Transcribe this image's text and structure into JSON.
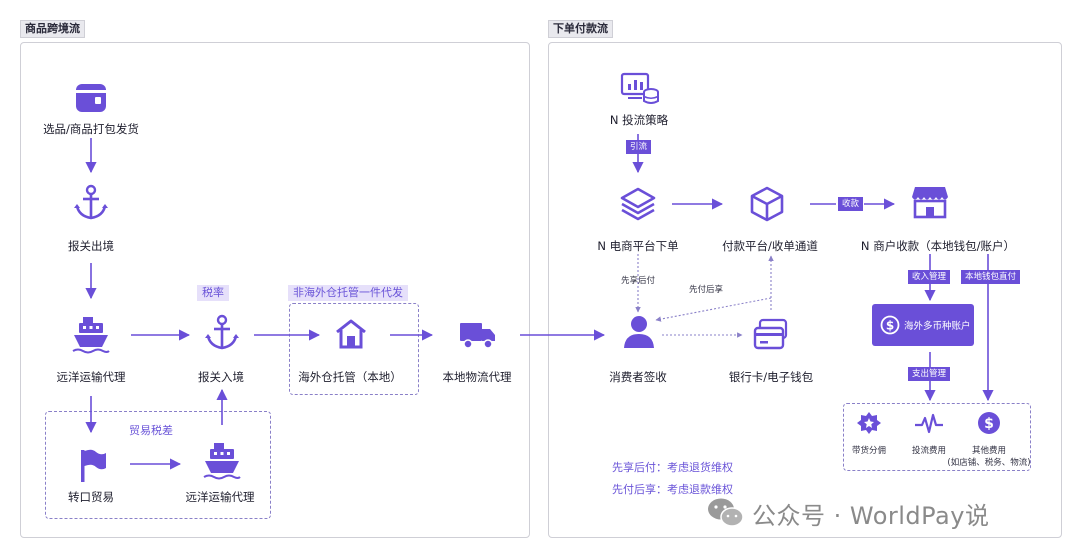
{
  "panels": {
    "left_title": "商品跨境流",
    "right_title": "下单付款流"
  },
  "left": {
    "select_goods": "选品/商品打包发货",
    "customs_export": "报关出境",
    "ocean_agent": "远洋运输代理",
    "tax_rate_tag": "税率",
    "customs_import": "报关入境",
    "warehouse_tag": "非海外仓托管一件代发",
    "warehouse": "海外仓托管（本地）",
    "local_logistics": "本地物流代理",
    "trade_tax_diff": "贸易税差",
    "transit_trade": "转口贸易",
    "ocean_agent_2": "远洋运输代理"
  },
  "right": {
    "ad_strategy": "N 投流策略",
    "traffic_badge": "引流",
    "ecommerce_order": "N 电商平台下单",
    "payment_platform": "付款平台/收单通道",
    "collect_badge": "收款",
    "merchant_collect": "N 商户收款（本地钱包/账户）",
    "enjoy_first": "先享后付",
    "pay_first": "先付后享",
    "consumer_sign": "消费者签收",
    "bank_card": "银行卡/电子钱包",
    "income_mgmt_badge": "收入管理",
    "local_wallet_badge": "本地钱包直付",
    "multi_currency": "海外多币种账户",
    "expense_mgmt_badge": "支出管理",
    "influencer": "带货分佣",
    "ad_cost": "投流费用",
    "other_cost": "其他费用",
    "other_cost_note": "(如店铺、税务、物流)",
    "legend_1": "先享后付：考虑退货维权",
    "legend_2": "先付后享：考虑退款维权"
  },
  "watermark": "公众号 · WorldPay说",
  "colors": {
    "accent": "#6a4fd8",
    "tag_bg": "#e6e0fa",
    "border": "#cfcfd6"
  }
}
